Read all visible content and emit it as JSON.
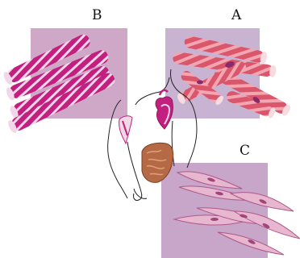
{
  "labels": {
    "a": "A",
    "b": "B",
    "c": "C"
  },
  "colors": {
    "panel_b_bg": "#cfa8c8",
    "panel_a_bg": "#c9b3d3",
    "panel_c_bg": "#c7a6c9",
    "skeletal_fill": "#c21f7e",
    "skeletal_band": "#f4d6ea",
    "cardiac_fill": "#d9566b",
    "cardiac_band": "#f3a6b1",
    "cardiac_nucleus": "#8a2a6a",
    "smooth_fill": "#e7b7cf",
    "smooth_nucleus": "#a0457a",
    "intestine": "#b56a45"
  },
  "icons": [
    "skeletal-muscle-fibers",
    "cardiac-muscle-fibers",
    "smooth-muscle-cells",
    "human-torso-outline",
    "heart-icon",
    "intestine-icon",
    "arm-muscle-icon"
  ]
}
